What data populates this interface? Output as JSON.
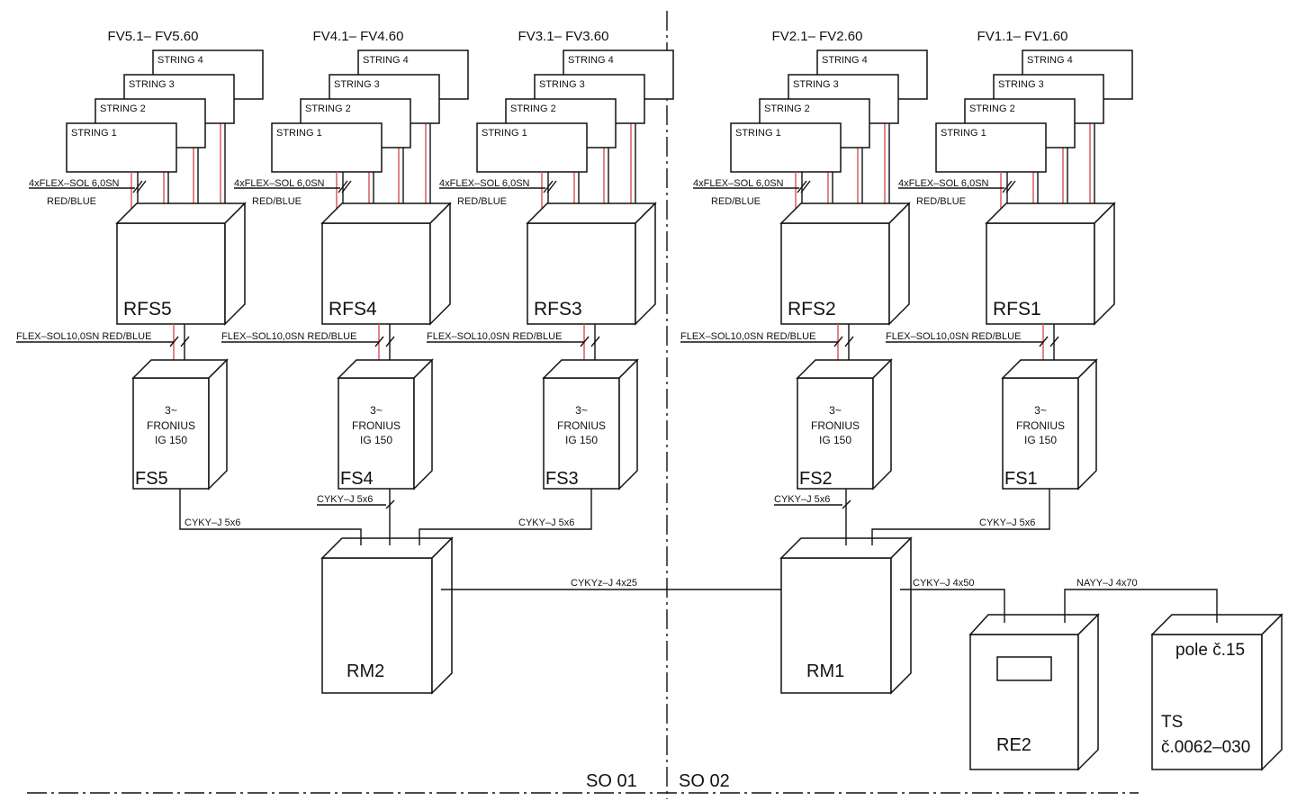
{
  "groups": [
    {
      "fv_label": "FV5.1– FV5.60",
      "rfs": "RFS5",
      "fs": "FS5"
    },
    {
      "fv_label": "FV4.1– FV4.60",
      "rfs": "RFS4",
      "fs": "FS4"
    },
    {
      "fv_label": "FV3.1– FV3.60",
      "rfs": "RFS3",
      "fs": "FS3"
    },
    {
      "fv_label": "FV2.1– FV2.60",
      "rfs": "RFS2",
      "fs": "FS2"
    },
    {
      "fv_label": "FV1.1– FV1.60",
      "rfs": "RFS1",
      "fs": "FS1"
    }
  ],
  "strings": [
    "STRING 1",
    "STRING 2",
    "STRING 3",
    "STRING 4"
  ],
  "string_cable": {
    "line1": "4xFLEX–SOL 6,0SN",
    "line2": "RED/BLUE"
  },
  "rfs_cable": "FLEX–SOL10,0SN RED/BLUE",
  "inverter": {
    "line1": "3~",
    "line2": "FRONIUS",
    "line3": "IG 150"
  },
  "cyky_5x6": "CYKY–J 5x6",
  "rm2": "RM2",
  "rm1": "RM1",
  "rm_link_cable": "CYKYz–J 4x25",
  "rm1_re2_cable": "CYKY–J 4x50",
  "re2_ts_cable": "NAYY–J 4x70",
  "re2": "RE2",
  "ts": {
    "line1": "pole č.15",
    "line2": "TS",
    "line3": "č.0062–030"
  },
  "so_left": "SO  01",
  "so_right": "SO  02",
  "colors": {
    "line": "#111111",
    "red_conductor": "#d8504f",
    "background": "#ffffff"
  }
}
